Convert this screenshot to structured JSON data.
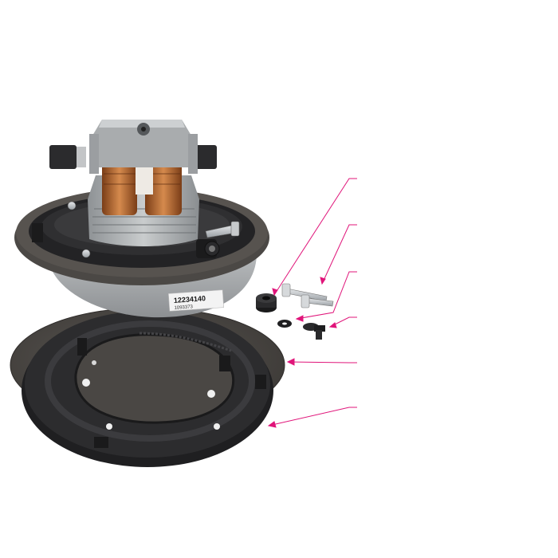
{
  "motor_label": {
    "part_number": "12234140",
    "code": "1093373"
  },
  "colors": {
    "callout_line": "#e0157a",
    "background": "#ffffff",
    "gasket": "#4a4744",
    "plastic": "#2b2b2d",
    "motor_housing": "#9fa3a6",
    "copper": "#b8652e"
  },
  "callouts": [
    {
      "name": "callout-rubber-sleeve"
    },
    {
      "name": "callout-screws"
    },
    {
      "name": "callout-washer"
    },
    {
      "name": "callout-bolt"
    },
    {
      "name": "callout-gasket"
    },
    {
      "name": "callout-mounting-ring"
    }
  ]
}
